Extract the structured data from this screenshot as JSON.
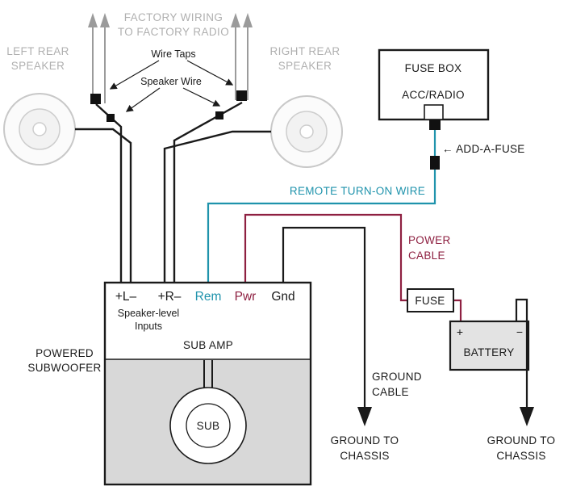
{
  "colors": {
    "remote_wire": "#1F93AC",
    "power_wire": "#8E2041",
    "ground_wire": "#1A1A1A",
    "factory_wire_gray": "#9B9B9B",
    "muted_text_gray": "#B0B0B0"
  },
  "factory": {
    "line1": "FACTORY WIRING",
    "line2": "TO FACTORY RADIO"
  },
  "labels": {
    "wire_taps": "Wire Taps",
    "speaker_wire": "Speaker Wire"
  },
  "left_speaker": {
    "line1": "LEFT REAR",
    "line2": "SPEAKER"
  },
  "right_speaker": {
    "line1": "RIGHT REAR",
    "line2": "SPEAKER"
  },
  "fuse_box": {
    "title": "FUSE BOX",
    "circuit": "ACC/RADIO",
    "add_a_fuse": "← ADD-A-FUSE"
  },
  "remote": {
    "label": "REMOTE TURN-ON WIRE"
  },
  "power": {
    "line1": "POWER",
    "line2": "CABLE"
  },
  "amp": {
    "terminal_l": "+L–",
    "terminal_r": "+R–",
    "terminal_rem": "Rem",
    "terminal_pwr": "Pwr",
    "terminal_gnd": "Gnd",
    "inputs_line1": "Speaker-level",
    "inputs_line2": "Inputs",
    "name": "SUB AMP",
    "sub": "SUB",
    "caption_line1": "POWERED",
    "caption_line2": "SUBWOOFER"
  },
  "fuse": {
    "label": "FUSE"
  },
  "battery": {
    "label": "BATTERY",
    "plus": "+",
    "minus": "−"
  },
  "ground_cable": {
    "line1": "GROUND",
    "line2": "CABLE"
  },
  "ground_chassis": {
    "line1": "GROUND TO",
    "line2": "CHASSIS"
  }
}
